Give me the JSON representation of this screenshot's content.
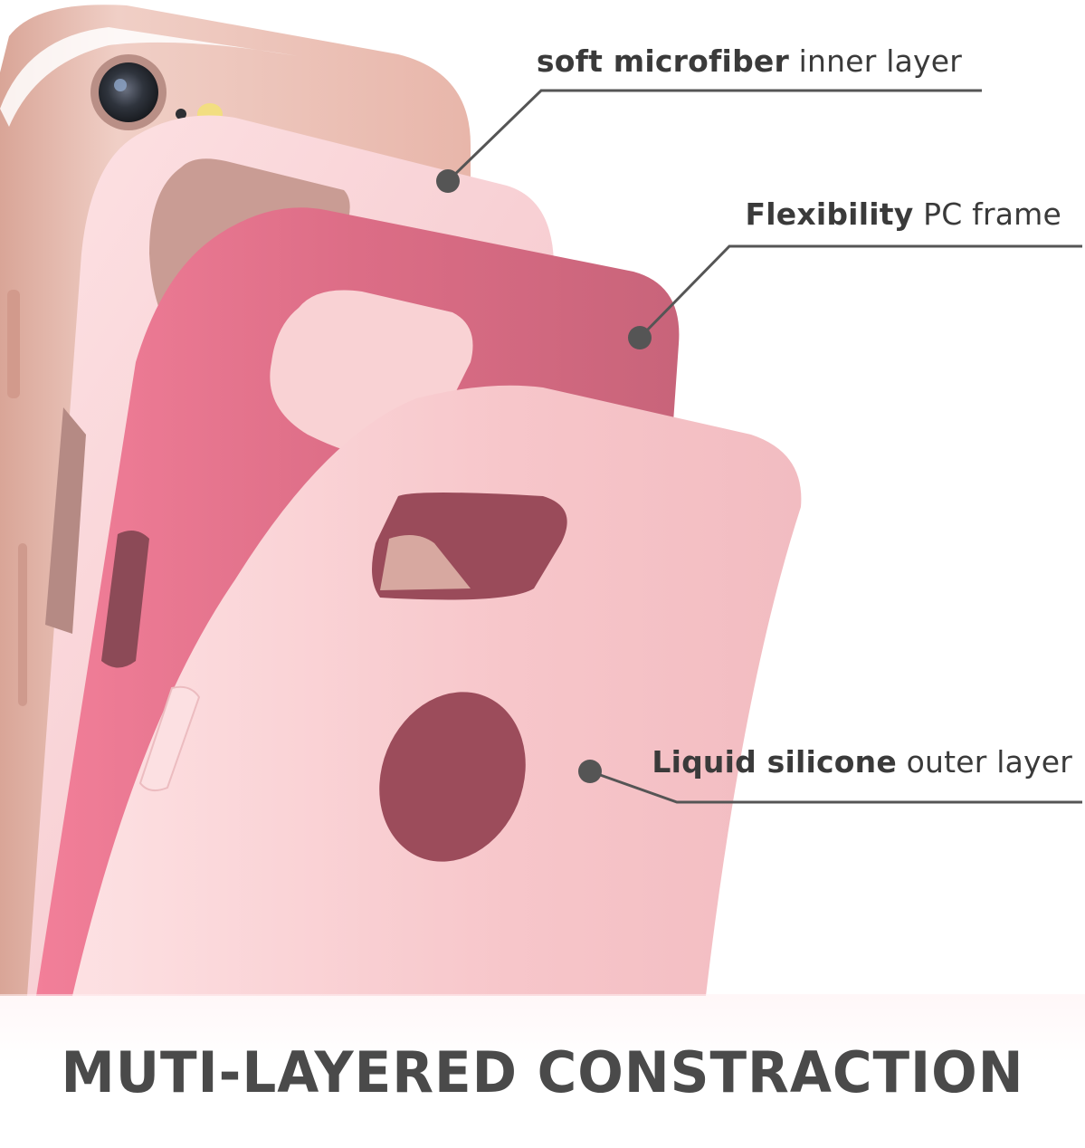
{
  "callouts": {
    "inner": {
      "bold": "soft microfiber",
      "rest": " inner layer"
    },
    "frame": {
      "bold": "Flexibility",
      "rest": " PC frame"
    },
    "outer": {
      "bold": "Liquid silicone",
      "rest": " outer layer"
    }
  },
  "footer": {
    "title": "MUTI-LAYERED CONSTRACTION"
  },
  "colors": {
    "phone_rose_gold": "#e8b8ad",
    "inner_layer": "#f6c9cf",
    "pc_frame": "#d46a80",
    "outer_layer": "#f7c6ca",
    "text": "#3a3a3a",
    "callout_line": "#555555"
  }
}
